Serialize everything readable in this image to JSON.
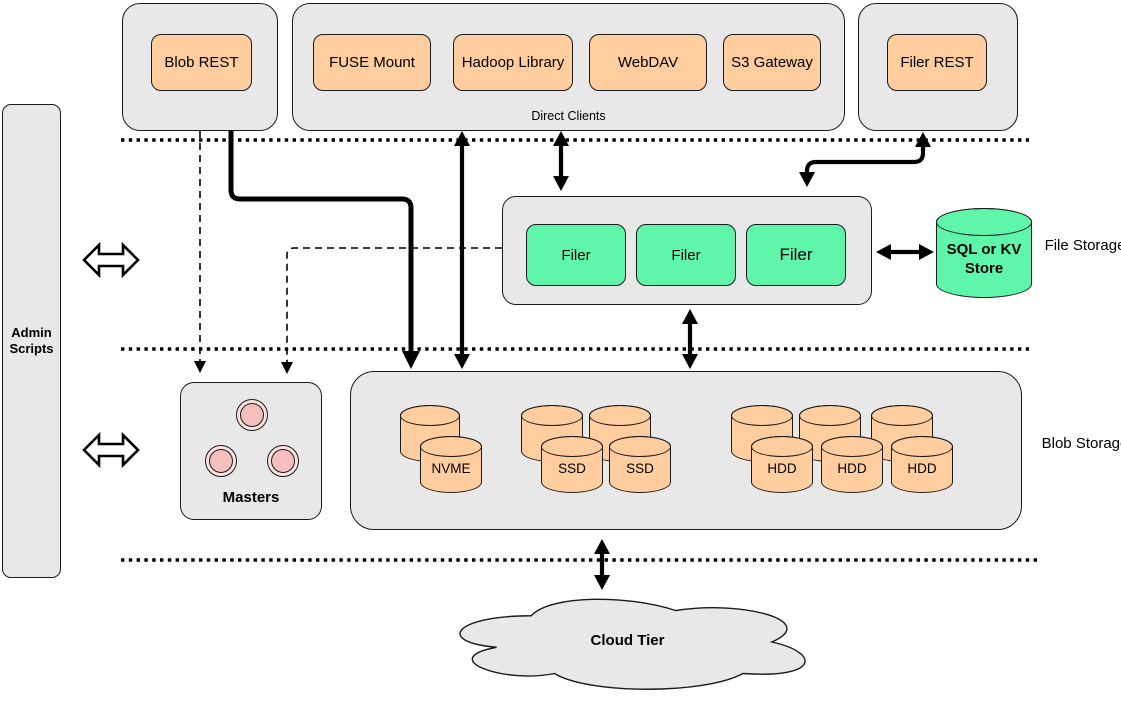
{
  "sidebar": {
    "admin_label": "Admin Scripts"
  },
  "top": {
    "blob_rest_label": "Blob REST",
    "direct_clients": {
      "caption": "Direct Clients",
      "clients": [
        "FUSE Mount",
        "Hadoop Library",
        "WebDAV",
        "S3 Gateway"
      ]
    },
    "filer_rest_label": "Filer REST"
  },
  "file_tier": {
    "tier_label": "File Storage",
    "filers": [
      "Filer",
      "Filer",
      "Filer"
    ],
    "store_label": "SQL or KV Store"
  },
  "blob_tier": {
    "tier_label": "Blob Storage",
    "masters_label": "Masters",
    "volumes": {
      "nvme": "NVME",
      "ssd1": "SSD",
      "ssd2": "SSD",
      "hdd1": "HDD",
      "hdd2": "HDD",
      "hdd3": "HDD"
    }
  },
  "cloud": {
    "label": "Cloud Tier"
  },
  "colors": {
    "client_fill": "#FFCD9E",
    "filer_fill": "#5FF5AB",
    "container_fill": "#E8E8E8",
    "master_fill": "#F5BFBD",
    "line": "#000000"
  }
}
